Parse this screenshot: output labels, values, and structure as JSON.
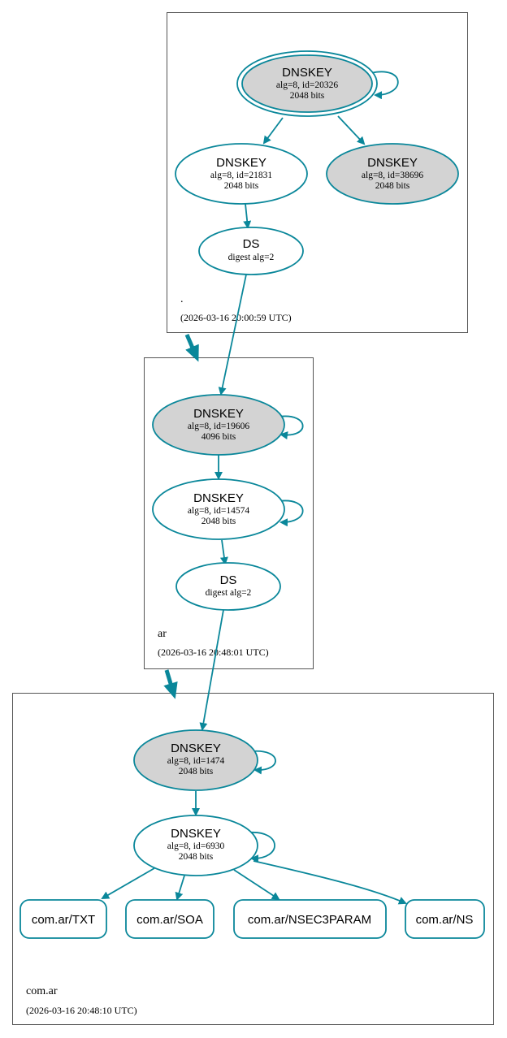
{
  "zones": [
    {
      "id": "root",
      "name": ".",
      "timestamp": "(2026-03-16 20:00:59 UTC)"
    },
    {
      "id": "ar",
      "name": "ar",
      "timestamp": "(2026-03-16 20:48:01 UTC)"
    },
    {
      "id": "comar",
      "name": "com.ar",
      "timestamp": "(2026-03-16 20:48:10 UTC)"
    }
  ],
  "nodes": {
    "root_ksk": {
      "title": "DNSKEY",
      "line1": "alg=8, id=20326",
      "line2": "2048 bits"
    },
    "root_zsk": {
      "title": "DNSKEY",
      "line1": "alg=8, id=21831",
      "line2": "2048 bits"
    },
    "root_k3": {
      "title": "DNSKEY",
      "line1": "alg=8, id=38696",
      "line2": "2048 bits"
    },
    "root_ds": {
      "title": "DS",
      "line1": "digest alg=2"
    },
    "ar_ksk": {
      "title": "DNSKEY",
      "line1": "alg=8, id=19606",
      "line2": "4096 bits"
    },
    "ar_zsk": {
      "title": "DNSKEY",
      "line1": "alg=8, id=14574",
      "line2": "2048 bits"
    },
    "ar_ds": {
      "title": "DS",
      "line1": "digest alg=2"
    },
    "comar_ksk": {
      "title": "DNSKEY",
      "line1": "alg=8, id=1474",
      "line2": "2048 bits"
    },
    "comar_zsk": {
      "title": "DNSKEY",
      "line1": "alg=8, id=6930",
      "line2": "2048 bits"
    }
  },
  "rrsets": [
    "com.ar/TXT",
    "com.ar/SOA",
    "com.ar/NSEC3PARAM",
    "com.ar/NS"
  ],
  "colors": {
    "edge": "#0a879a",
    "ksk_fill": "#d3d3d3",
    "zone_border": "#555555"
  }
}
